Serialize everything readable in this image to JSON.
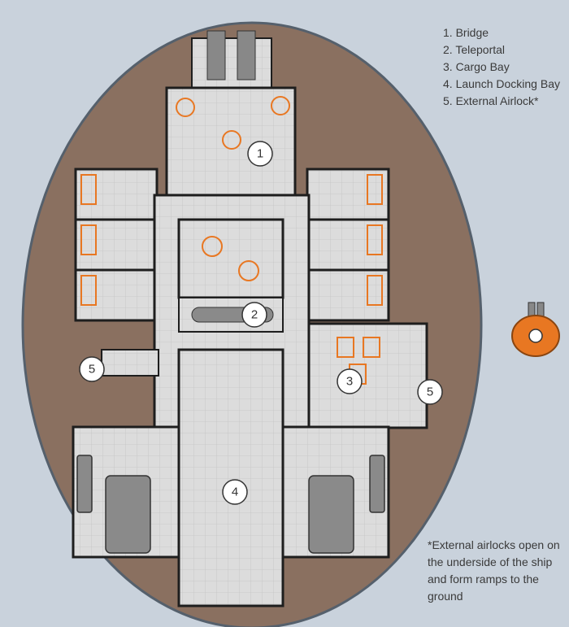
{
  "legend": {
    "items": [
      {
        "number": "1",
        "label": "1. Bridge"
      },
      {
        "number": "2",
        "label": "2. Teleportal"
      },
      {
        "number": "3",
        "label": "3. Cargo Bay"
      },
      {
        "number": "4",
        "label": "4. Launch Docking Bay"
      },
      {
        "number": "5",
        "label": "5. External Airlock*"
      }
    ]
  },
  "markers": {
    "bridge": "1",
    "teleportal": "2",
    "cargo_bay": "3",
    "docking_bay": "4",
    "airlock_left": "5",
    "airlock_right": "5"
  },
  "footnote": "*External airlocks open on the underside of the ship and form ramps to the ground",
  "colors": {
    "background": "#c9d2dc",
    "hull": "#8a7060",
    "deck": "#dcdcdc",
    "wall": "#1e1e1e",
    "furniture": "#e87722",
    "vehicle": "#8a8a8a"
  },
  "icons": [
    "ship-miniature-icon",
    "chair-icon",
    "table-icon",
    "bed-icon",
    "crate-icon",
    "door-icon",
    "vehicle-icon",
    "engine-icon"
  ]
}
